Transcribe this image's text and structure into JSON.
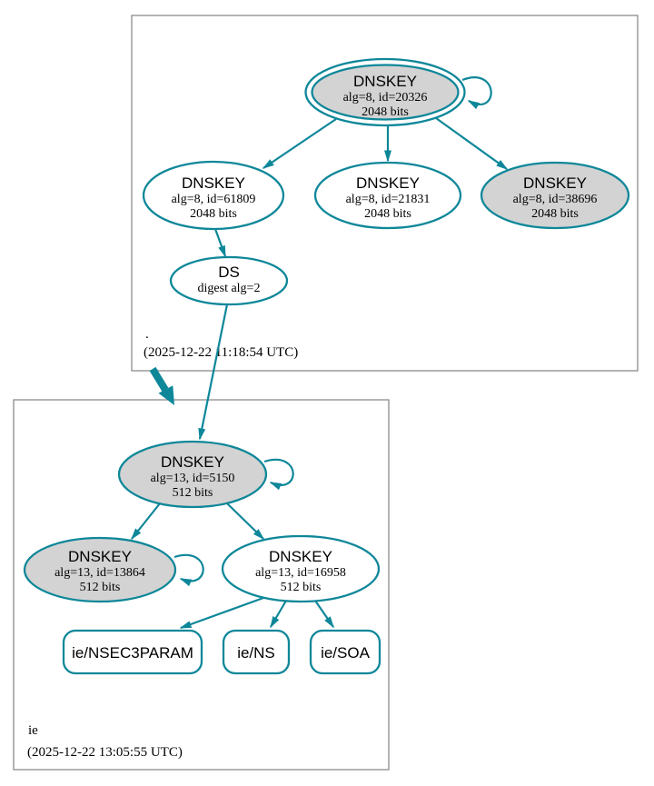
{
  "diagram": {
    "colors": {
      "edge_teal": "#0E8799",
      "node_fill_gray": "#D3D3D3",
      "node_fill_white": "#FFFFFF",
      "cluster_border_gray": "#8C8C8C"
    },
    "root_zone": {
      "label": ".",
      "timestamp": "(2025-12-22 11:18:54 UTC)",
      "ksk_20326": {
        "title": "DNSKEY",
        "detail": "alg=8, id=20326",
        "bits": "2048 bits"
      },
      "key_61809": {
        "title": "DNSKEY",
        "detail": "alg=8, id=61809",
        "bits": "2048 bits"
      },
      "key_21831": {
        "title": "DNSKEY",
        "detail": "alg=8, id=21831",
        "bits": "2048 bits"
      },
      "key_38696": {
        "title": "DNSKEY",
        "detail": "alg=8, id=38696",
        "bits": "2048 bits"
      },
      "ds": {
        "title": "DS",
        "detail": "digest alg=2"
      }
    },
    "ie_zone": {
      "label": "ie",
      "timestamp": "(2025-12-22 13:05:55 UTC)",
      "ksk_5150": {
        "title": "DNSKEY",
        "detail": "alg=13, id=5150",
        "bits": "512 bits"
      },
      "key_13864": {
        "title": "DNSKEY",
        "detail": "alg=13, id=13864",
        "bits": "512 bits"
      },
      "key_16958": {
        "title": "DNSKEY",
        "detail": "alg=13, id=16958",
        "bits": "512 bits"
      },
      "rrset_nsec3param": {
        "label": "ie/NSEC3PARAM"
      },
      "rrset_ns": {
        "label": "ie/NS"
      },
      "rrset_soa": {
        "label": "ie/SOA"
      }
    }
  }
}
